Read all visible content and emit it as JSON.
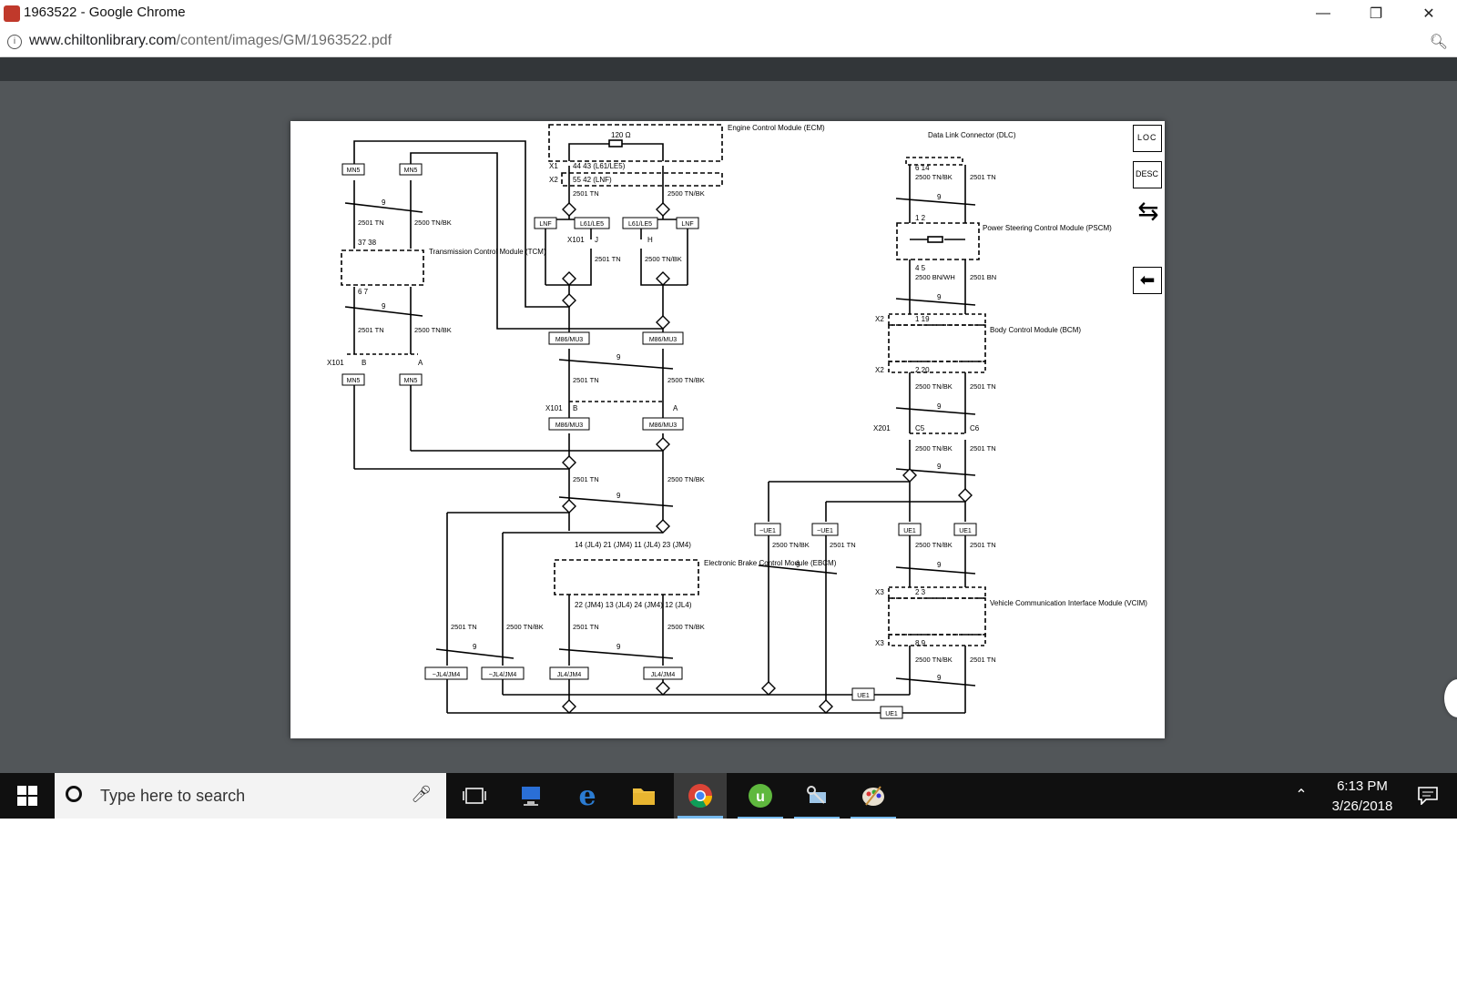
{
  "window": {
    "title": "1963522 - Google Chrome",
    "controls": {
      "minimize": "—",
      "restore": "❐",
      "close": "✕"
    }
  },
  "address_bar": {
    "domain": "www.chiltonlibrary.com",
    "path": "/content/images/GM/1963522.pdf"
  },
  "diagram": {
    "modules": {
      "ecm": "Engine Control Module (ECM)",
      "dlc": "Data Link Connector (DLC)",
      "tcm": "Transmission Control Module (TCM)",
      "pscm": "Power Steering Control Module (PSCM)",
      "bcm": "Body Control Module (BCM)",
      "ebcm": "Electronic Brake Control Module (EBCM)",
      "vcim": "Vehicle Communication Interface Module (VCIM)"
    },
    "resistor_label": "120 Ω",
    "connectors": {
      "x1": "X1",
      "x2": "X2",
      "x3": "X3",
      "x101": "X101",
      "x201": "X201",
      "x1_pins": "44 43 (L61/LE5)",
      "x2_pins": "55 42 (LNF)"
    },
    "options": {
      "mn5": "MN5",
      "lnf": "LNF",
      "l61": "L61/LE5",
      "m86": "M86/MU3",
      "ue1": "UE1",
      "not_ue1": "~UE1",
      "jl4": "JL4/JM4",
      "not_jl4": "~JL4/JM4"
    },
    "wires": {
      "hi": "2501 TN",
      "lo": "2500 TN/BK",
      "hi_bn": "2501 BN",
      "lo_bnwh": "2500 BN/WH",
      "twist": "9"
    },
    "pins": {
      "tcm_in": "37 38",
      "tcm_out": "6 7",
      "dlc": "6 14",
      "pscm_in": "1 2",
      "pscm_out": "4 5",
      "bcm_in": "1 19",
      "bcm_out": "2 20",
      "c5": "C5",
      "c6": "C6",
      "ebcm_in": "14 (JL4) 21 (JM4) 11 (JL4) 23 (JM4)",
      "ebcm_out": "22 (JM4) 13 (JL4) 24 (JM4) 12 (JL4)",
      "vcim_in": "2 3",
      "vcim_out": "8 9",
      "x101_a": "A",
      "x101_b": "B",
      "x101_j": "J",
      "x101_h": "H"
    }
  },
  "side_tools": {
    "loc": "LOC",
    "desc": "DESC"
  },
  "taskbar": {
    "search_placeholder": "Type here to search",
    "time": "6:13 PM",
    "date": "3/26/2018"
  }
}
